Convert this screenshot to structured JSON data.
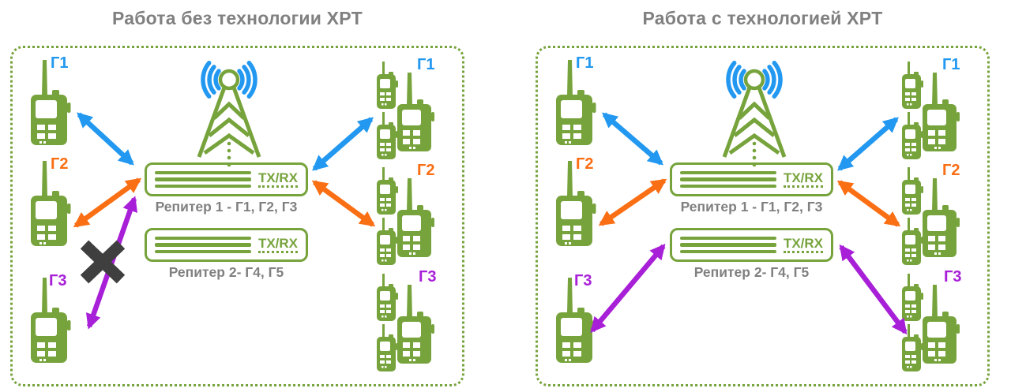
{
  "colors": {
    "green": "#77A33C",
    "blue": "#2298F0",
    "orange": "#FA6E14",
    "purple": "#A81FD8",
    "gray_text": "#808080",
    "cross": "#3F3F3F"
  },
  "panels": {
    "left": {
      "title": "Работа без технологии XPT"
    },
    "right": {
      "title": "Работа с технологией XPT"
    }
  },
  "repeaters": {
    "tx_rx_label": "TX/RX",
    "repeater1_label": "Репитер 1 - Г1, Г2, Г3",
    "repeater2_label": "Репитер 2- Г4, Г5"
  },
  "groups": {
    "g1": "Г1",
    "g2": "Г2",
    "g3": "Г3"
  }
}
